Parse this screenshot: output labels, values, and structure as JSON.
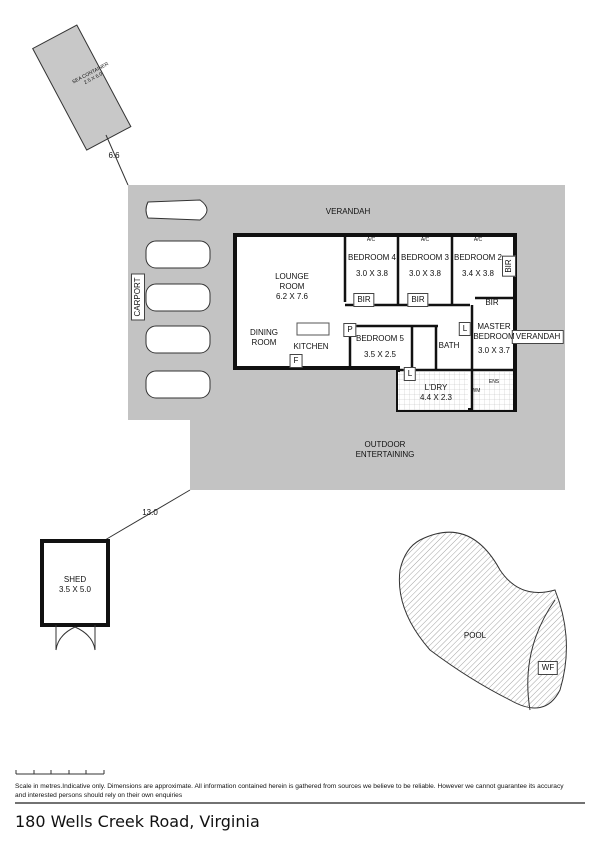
{
  "site": {
    "sea_container": {
      "name": "SEA CONTAINER",
      "size": "2.5 X 6.0"
    },
    "dim_container": "6.6",
    "dim_shed": "13.0",
    "verandah_top": "VERANDAH",
    "verandah_right": "VERANDAH",
    "carport": "CARPORT",
    "outdoor_entertaining": "OUTDOOR\nENTERTAINING",
    "shed": {
      "name": "SHED",
      "size": "3.5 X 5.0"
    },
    "pool": "POOL",
    "wf": "WF"
  },
  "rooms": [
    {
      "name": "LOUNGE\nROOM",
      "size": "6.2 X 7.6"
    },
    {
      "name": "DINING\nROOM",
      "size": ""
    },
    {
      "name": "KITCHEN",
      "size": ""
    },
    {
      "name": "BEDROOM 4",
      "size": "3.0 X 3.8"
    },
    {
      "name": "BEDROOM 3",
      "size": "3.0 X 3.8"
    },
    {
      "name": "BEDROOM 2",
      "size": "3.4 X 3.8"
    },
    {
      "name": "BEDROOM 5",
      "size": "3.5 X 2.5"
    },
    {
      "name": "MASTER\nBEDROOM",
      "size": "3.0 X 3.7"
    },
    {
      "name": "L'DRY",
      "size": "4.4 X 2.3"
    },
    {
      "name": "BATH",
      "size": ""
    },
    {
      "name": "ENS",
      "size": ""
    }
  ],
  "fixtures": {
    "bir": "BIR",
    "pantry": "P",
    "fridge": "F",
    "linen": "L",
    "ac": "A/C",
    "wm": "WM"
  },
  "footer": {
    "disclaimer": "Scale in metres.Indicative only. Dimensions are approximate. All information contained herein is gathered from sources we believe to be reliable. However we cannot guarantee its accuracy and interested persons should rely on their own enquiries",
    "address": "180 Wells Creek Road, Virginia"
  }
}
